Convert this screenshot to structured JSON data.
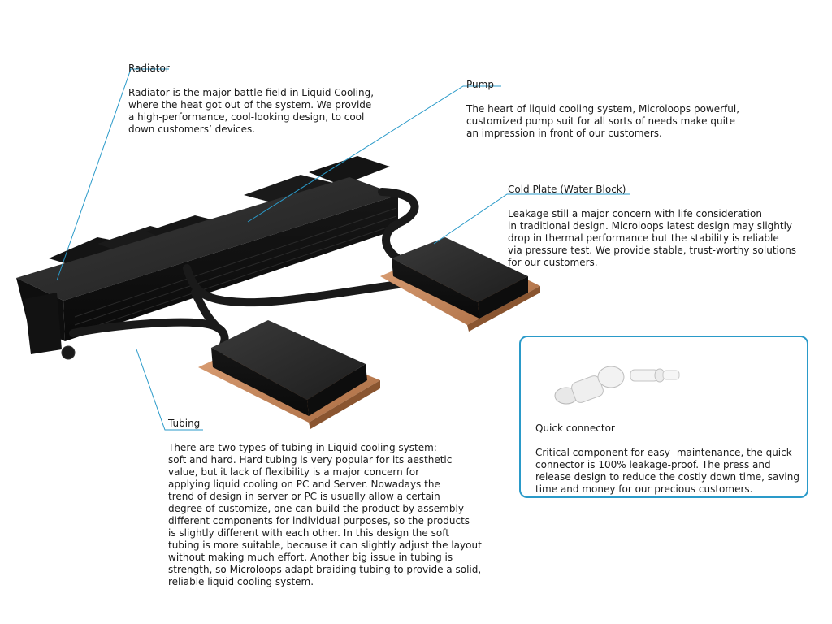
{
  "colors": {
    "leader_line": "#2a9ac9",
    "box_border": "#2a9ac9",
    "text": "#1a1a1a",
    "copper": "#c98a5c",
    "dark_body": "#1c1c1c"
  },
  "radiator": {
    "title": "Radiator",
    "text": "Radiator is the major battle field in Liquid Cooling,\nwhere the heat got out of the system. We provide\na high-performance, cool-looking design, to cool\ndown customers’ devices."
  },
  "pump": {
    "title": "Pump",
    "text": "The heart of liquid cooling system, Microloops powerful,\ncustomized pump suit for all sorts of needs make quite\nan impression in front of our customers."
  },
  "cold_plate": {
    "title": "Cold Plate (Water Block)",
    "text": "Leakage still a major concern with life consideration\nin traditional design. Microloops  latest design may slightly\ndrop in thermal performance but the stability is reliable\nvia pressure test. We provide stable, trust-worthy solutions\nfor our customers."
  },
  "tubing": {
    "title": "Tubing",
    "text": "There are two types of tubing in Liquid cooling system:\nsoft and hard. Hard tubing is very popular for its aesthetic\nvalue, but it lack of flexibility is a major concern for\napplying liquid cooling on PC and Server. Nowadays the\ntrend of design in server or PC is usually allow a certain\ndegree of customize, one can build the product by assembly\ndifferent components for individual purposes, so the products\nis slightly different with each other. In this design the soft\ntubing is more suitable, because it can slightly adjust the layout\nwithout making much effort. Another big issue in tubing is\nstrength, so Microloops adapt braiding tubing to provide a solid,\nreliable liquid cooling system."
  },
  "quick_connector": {
    "title": "Quick connector",
    "text": "Critical component for easy- maintenance, the quick\nconnector is 100% leakage-proof. The press and\nrelease design to reduce the costly down time, saving\ntime and money for our precious customers."
  }
}
